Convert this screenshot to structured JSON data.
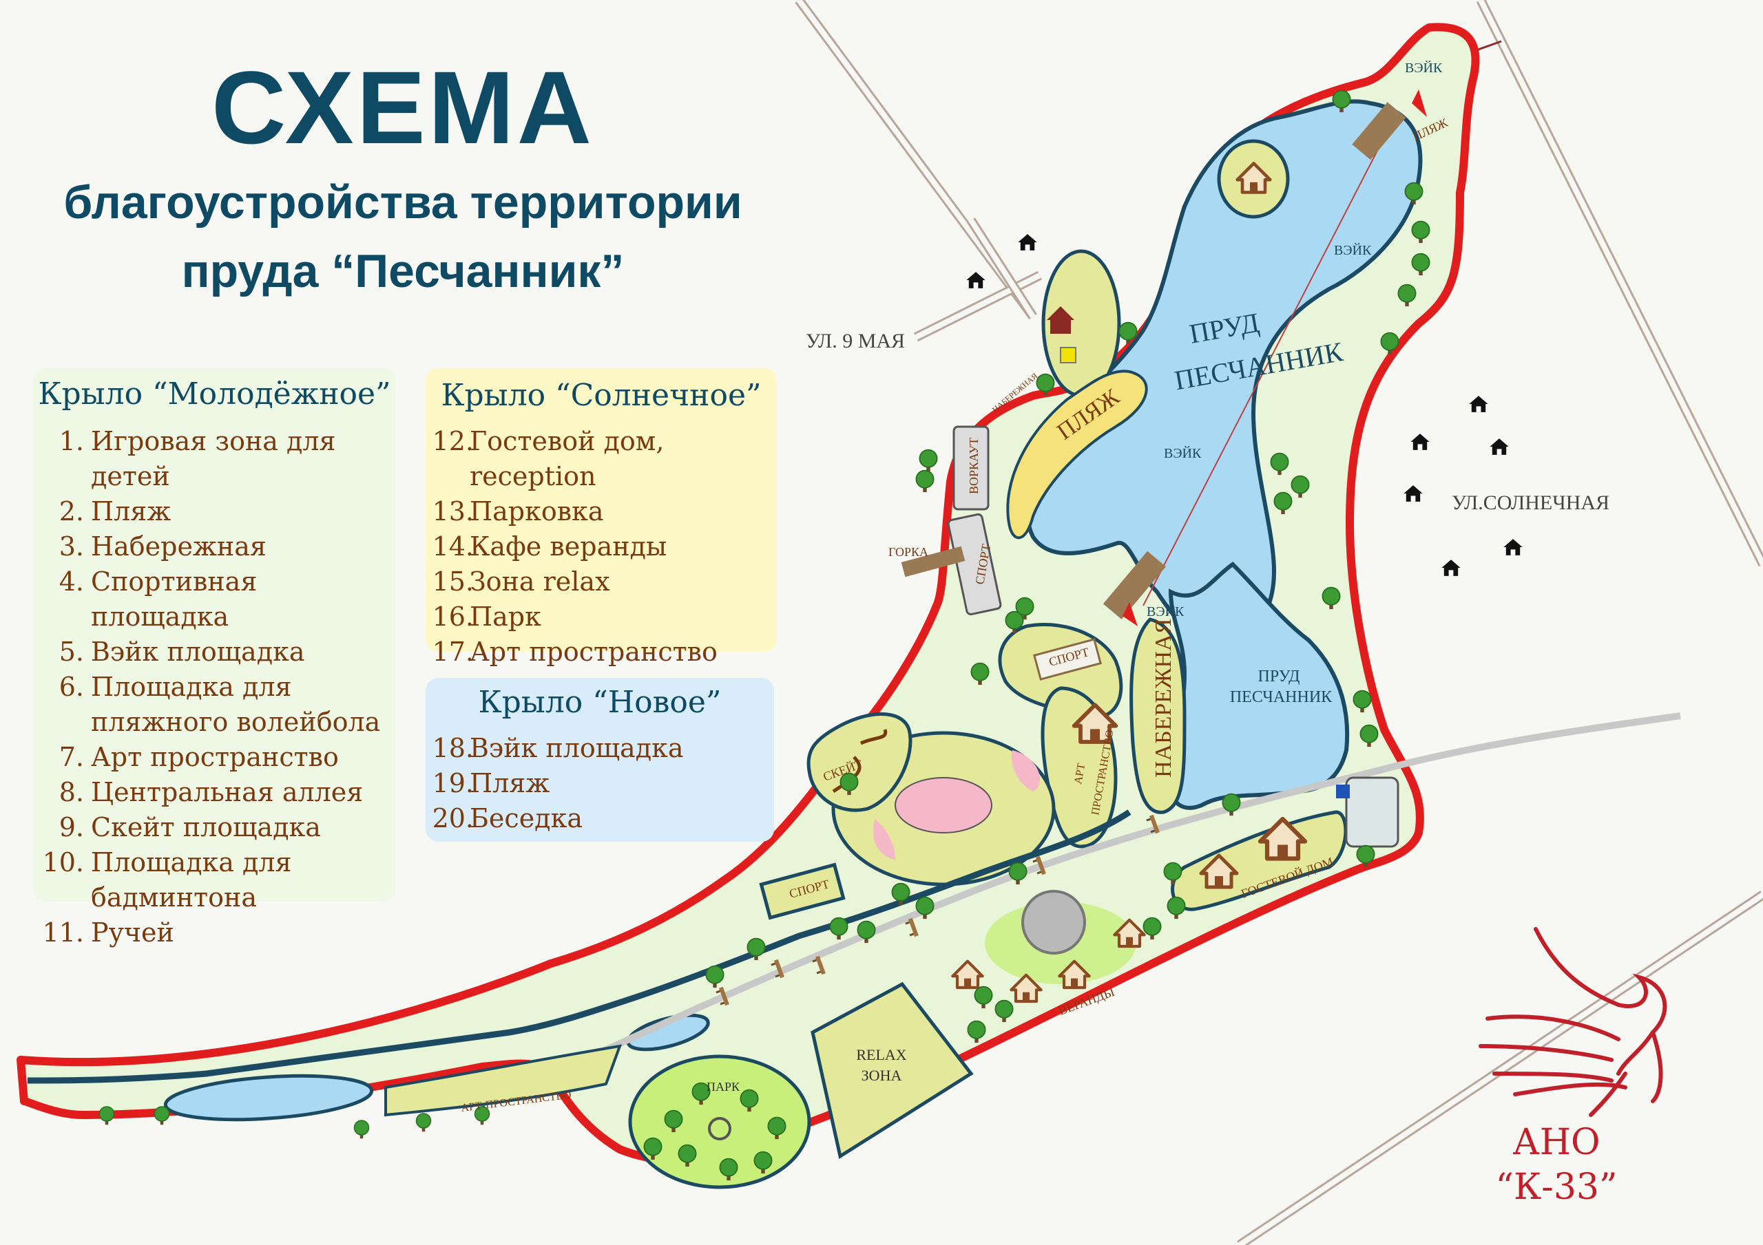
{
  "title": {
    "main": "СХЕМА",
    "line1": "благоустройства территории",
    "line2": "пруда  “Песчанник”"
  },
  "wings": [
    {
      "title": "Крыло “Молодёжное”",
      "color": "#eef8e4",
      "items": [
        {
          "num": "1.",
          "text": "Игровая зона для детей"
        },
        {
          "num": "2.",
          "text": "Пляж"
        },
        {
          "num": "3.",
          "text": "Набережная"
        },
        {
          "num": "4.",
          "text": "Спортивная площадка"
        },
        {
          "num": "5.",
          "text": "Вэйк площадка"
        },
        {
          "num": "6.",
          "text": "Площадка для"
        },
        {
          "num": "",
          "text": "пляжного волейбола"
        },
        {
          "num": "7.",
          "text": "Арт пространство"
        },
        {
          "num": "8.",
          "text": "Центральная аллея"
        },
        {
          "num": "9.",
          "text": "Скейт площадка"
        },
        {
          "num": "10.",
          "text": "Площадка для"
        },
        {
          "num": "",
          "text": "бадминтона"
        },
        {
          "num": "11.",
          "text": "Ручей"
        }
      ]
    },
    {
      "title": "Крыло “Солнечное”",
      "color": "#fdf8c6",
      "items": [
        {
          "num": "12.",
          "text": "Гостевой дом, reception"
        },
        {
          "num": "13.",
          "text": "Парковка"
        },
        {
          "num": "14.",
          "text": "Кафе веранды"
        },
        {
          "num": "15.",
          "text": "Зона relax"
        },
        {
          "num": "16.",
          "text": "Парк"
        },
        {
          "num": "17.",
          "text": "Арт пространство"
        }
      ]
    },
    {
      "title": "Крыло “Новое”",
      "color": "#d8edf9",
      "items": [
        {
          "num": "18.",
          "text": "Вэйк площадка"
        },
        {
          "num": "19.",
          "text": "Пляж"
        },
        {
          "num": "20.",
          "text": "Беседка"
        }
      ]
    }
  ],
  "labels": {
    "pond1a": "ПРУД",
    "pond1b": "ПЕСЧАННИК",
    "pond2a": "ПРУД",
    "pond2b": "ПЕСЧАННИК",
    "wake_top": "ВЭЙК",
    "wake_n1": "ВЭЙК",
    "wake_n2": "ВЭЙК",
    "wake_s": "ВЭЙК",
    "beach_top": "ПЛЯЖ",
    "beach_main": "ПЛЯЖ",
    "street_may": "УЛ. 9 МАЯ",
    "street_sun": "УЛ.СОЛНЕЧНАЯ",
    "naberezh_small": "НАБЕРЕЖНАЯ",
    "workout": "ВОРКАУТ",
    "gorka": "ГОРКА",
    "sport1": "СПОРТ",
    "sport2": "СПОРТ",
    "sport3": "СПОРТ",
    "naberezhnaya": "НАБЕРЕЖНАЯ",
    "art1": "АРТ",
    "art2": "ПРОСТРАНСТВО",
    "skate": "СКЕЙТ",
    "guest": "ГОСТЕВОЙ ДОМ",
    "verandas": "ВЕРАНДЫ",
    "relax1": "RELAX",
    "relax2": "ЗОНА",
    "park": "ПАРК",
    "art_space": "АРТ-ПРОСТРАНСТВО"
  },
  "logo": {
    "line1": "АНО",
    "line2": "“К-33”"
  },
  "colors": {
    "water": "#a9d9f3",
    "water_edge": "#1d4a63",
    "land": "#e9f5d9",
    "zone": "#e3e89a",
    "boundary": "#e21d1d",
    "beach": "#f6e27a",
    "tree": "#3c9b32",
    "wood": "#8a6a45",
    "text_brown": "#7a3a10",
    "title_blue": "#0e4a63",
    "logo_red": "#c0202a"
  }
}
